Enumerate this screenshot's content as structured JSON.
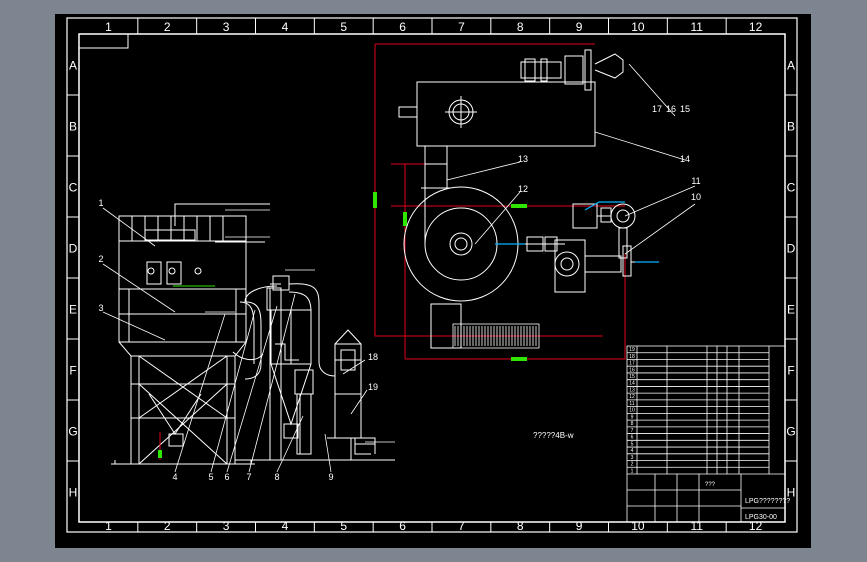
{
  "colors": {
    "background": "#000000",
    "frame": "#ffffff",
    "dimension": "#e0001b",
    "accent": "#2ee600",
    "detail": "#00b4ff",
    "viewport_bezel": "#7d8590"
  },
  "grid": {
    "columns": [
      "1",
      "2",
      "3",
      "4",
      "5",
      "6",
      "7",
      "8",
      "9",
      "10",
      "11",
      "12"
    ],
    "rows": [
      "A",
      "B",
      "C",
      "D",
      "E",
      "F",
      "G",
      "H"
    ]
  },
  "callouts": {
    "left": [
      "1",
      "2",
      "3",
      "4",
      "5",
      "6",
      "7",
      "8",
      "9",
      "18",
      "19"
    ],
    "right": [
      "10",
      "11",
      "12",
      "13",
      "14",
      "17",
      "16",
      "15"
    ]
  },
  "caption": "?????4B-w",
  "title_block": {
    "drawing_name": "LPG????????",
    "drawing_number": "LPG30-00",
    "scale": "???",
    "row_numbers": [
      "19",
      "18",
      "17",
      "16",
      "15",
      "14",
      "13",
      "12",
      "11",
      "10",
      "9",
      "8",
      "7",
      "6",
      "5",
      "4",
      "3",
      "2",
      "1"
    ]
  }
}
